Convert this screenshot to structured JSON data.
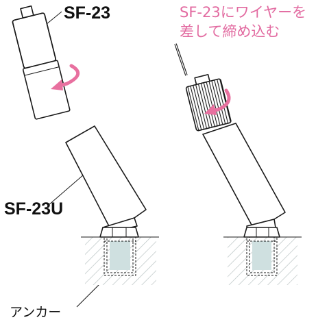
{
  "labels": {
    "top_left": "SF-23",
    "top_right_line1": "SF-23にワイヤーを",
    "top_right_line2": "差して締め込む",
    "middle_left": "SF-23U",
    "bottom_left": "アンカー"
  },
  "colors": {
    "instruction_text": "#e26aa0",
    "arrow": "#e8709f",
    "anchor_fill": "#cfe0e0",
    "hatch": "#b9c3c3",
    "line": "#1a1a1a"
  },
  "icons": {
    "rotation_arrow": "curved-arrow-icon"
  }
}
